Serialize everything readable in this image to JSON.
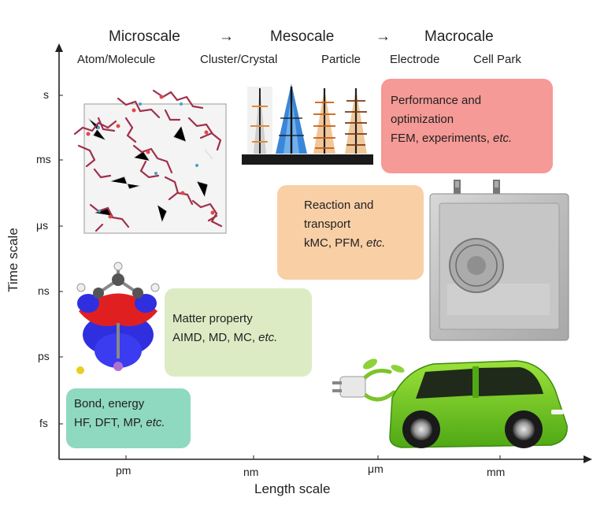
{
  "header": {
    "scale_1": "Microscale",
    "arrow_1": "→",
    "scale_2": "Mesocale",
    "arrow_2": "→",
    "scale_3": "Macrocale"
  },
  "subheader": [
    "Atom/Molecule",
    "Cluster/Crystal",
    "Particle",
    "Electrode",
    "Cell Park"
  ],
  "y_axis": {
    "title": "Time scale",
    "ticks": [
      "s",
      "ms",
      "μs",
      "ns",
      "ps",
      "fs"
    ]
  },
  "x_axis": {
    "title": "Length scale",
    "ticks": [
      "pm",
      "nm",
      "μm",
      "mm"
    ]
  },
  "boxes": {
    "bond": {
      "line1": "Bond, energy",
      "line2_prefix": "HF, DFT, MP, ",
      "line2_etc": "etc.",
      "color": "#8fd9c0"
    },
    "matter": {
      "line1": "Matter property",
      "line2_prefix": "AIMD, MD, MC, ",
      "line2_etc": "etc.",
      "color": "#dcebc4"
    },
    "reaction": {
      "line1": "Reaction and",
      "line2": "transport",
      "line3_prefix": "kMC, PFM, ",
      "line3_etc": "etc.",
      "color": "#f9cfa6"
    },
    "performance": {
      "line1": "Performance and",
      "line2": "optimization",
      "line3_prefix": "FEM, experiments, ",
      "line3_etc": "etc.",
      "color": "#f59a96"
    }
  },
  "images": {
    "molecules": "molecular-dynamics-snapshot",
    "orbital": "molecular-orbital",
    "dendrites": "dendrite-growth-simulation",
    "pouch_cell": "pouch-cell-battery",
    "car": "electric-car"
  }
}
